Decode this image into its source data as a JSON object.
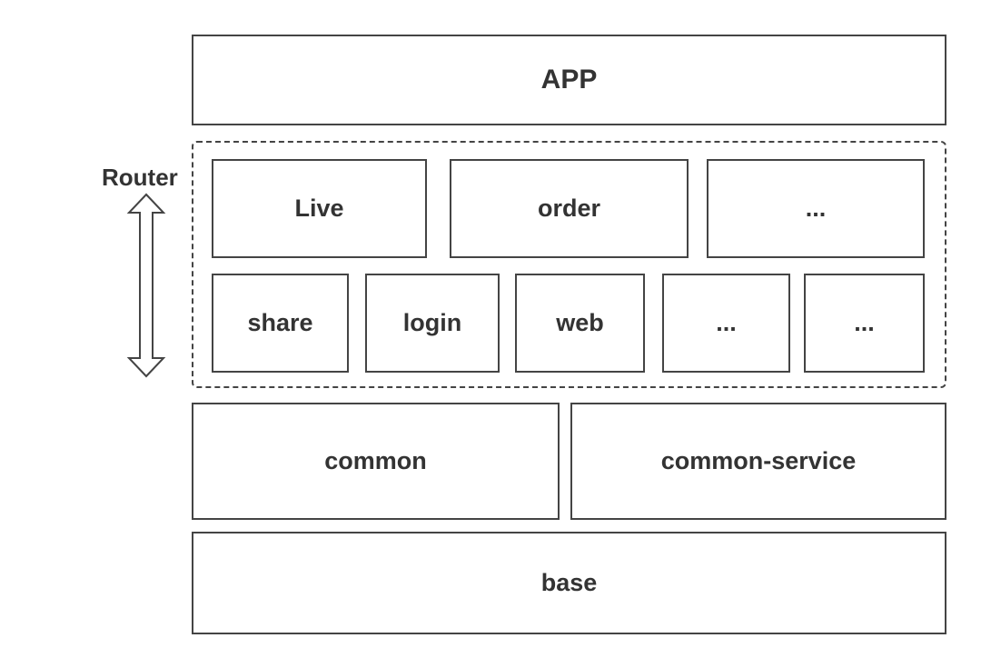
{
  "app": {
    "label": "APP"
  },
  "router": {
    "label": "Router"
  },
  "modules": {
    "row1": [
      "Live",
      "order",
      "..."
    ],
    "row2": [
      "share",
      "login",
      "web",
      "...",
      "..."
    ]
  },
  "common": {
    "label": "common"
  },
  "common_service": {
    "label": "common-service"
  },
  "base": {
    "label": "base"
  }
}
